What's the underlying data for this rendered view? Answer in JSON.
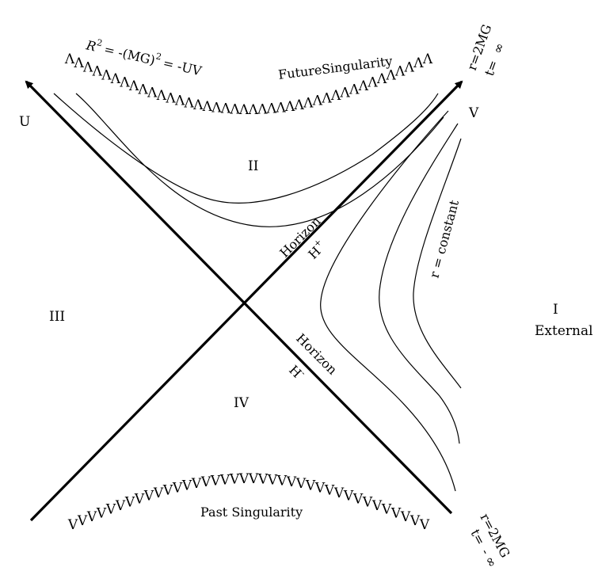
{
  "colors": {
    "ink": "#000000",
    "background": "#ffffff"
  },
  "axes": {
    "u_label": "U",
    "v_label": "V"
  },
  "singularities": {
    "future_label": "FutureSingularity",
    "future_marker_glyph": "Λ",
    "past_label": "Past Singularity",
    "past_marker_glyph": "V"
  },
  "equation": {
    "r": "R",
    "r_exp": "2",
    "mid": "= -(MG)",
    "mg_exp": "2",
    "rhs": "= -UV"
  },
  "regions": {
    "ii": "II",
    "iii": "III",
    "iv": "IV",
    "i": "I",
    "i_sub": "External"
  },
  "horizon_future": {
    "word": "Horizon",
    "h": "H",
    "sign": "+"
  },
  "horizon_past": {
    "word": "Horizon",
    "h": "H",
    "sign": "-"
  },
  "r_constant_label": "r = constant",
  "corner_top_right": {
    "radius": "r=2MG",
    "time": "t=",
    "time_value": "∞"
  },
  "corner_bottom_right": {
    "radius": "r=2MG",
    "time": "t=",
    "time_value": "- ∞"
  }
}
